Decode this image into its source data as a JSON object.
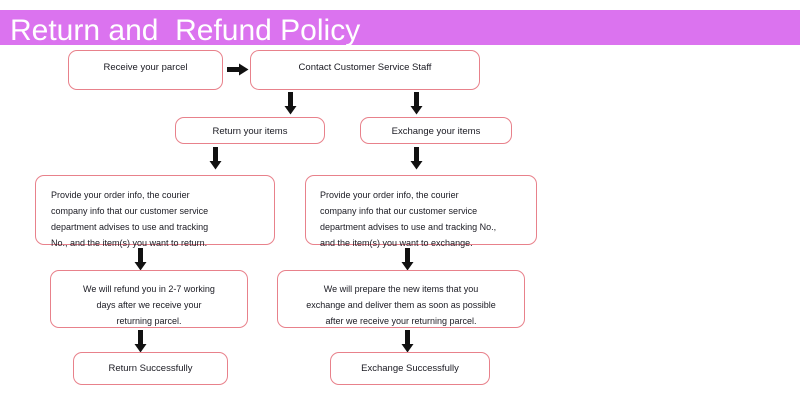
{
  "header": {
    "title": "Return and  Refund Policy",
    "band_color": "#db73ef",
    "title_color": "#ffffff"
  },
  "theme": {
    "node_border_color": "#e8818b",
    "node_fill_color": "#ffffff",
    "text_color": "#1a1a22",
    "arrow_color": "#111111"
  },
  "flow": {
    "nodes": {
      "receive_parcel": "Receive your parcel",
      "contact_staff": "Contact Customer Service Staff",
      "return_items": "Return your items",
      "exchange_items": "Exchange your items",
      "return_info": "Provide your order info, the courier\ncompany info that our customer service\ndepartment advises to use and tracking\nNo., and the item(s) you want to return.",
      "exchange_info": "Provide your order info, the courier\ncompany info that our customer service\ndepartment advises to use and tracking No.,\nand the item(s) you want to exchange.",
      "refund_notice": "We will refund you in 2-7 working\ndays after we receive your\nreturning parcel.",
      "prepare_notice": "We will prepare the new items that you\nexchange  and deliver them as soon as possible\nafter we receive your returning parcel.",
      "return_success": "Return Successfully",
      "exchange_success": "Exchange Successfully"
    },
    "connectors": [
      {
        "name": "receive-to-contact",
        "direction": "right"
      },
      {
        "name": "contact-to-return",
        "direction": "down"
      },
      {
        "name": "contact-to-exchange",
        "direction": "down"
      },
      {
        "name": "return-items-to-info",
        "direction": "down"
      },
      {
        "name": "exchange-items-to-info",
        "direction": "down"
      },
      {
        "name": "return-info-to-refund",
        "direction": "down"
      },
      {
        "name": "exchange-info-to-prepare",
        "direction": "down"
      },
      {
        "name": "refund-to-success",
        "direction": "down"
      },
      {
        "name": "prepare-to-success",
        "direction": "down"
      }
    ]
  }
}
